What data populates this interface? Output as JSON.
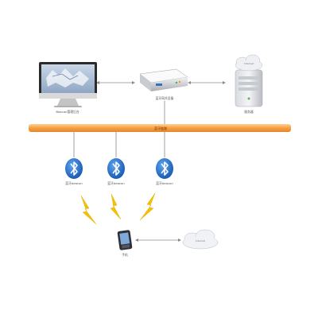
{
  "nodes": {
    "monitor": {
      "label": "Beacon管理后台"
    },
    "gateway": {
      "label": "蓝牙网关设备"
    },
    "server": {
      "label": "服务器",
      "cloud_text": "Internet"
    },
    "phone": {
      "label": "手机"
    },
    "internet_cloud": {
      "cloud_text": "Internet"
    }
  },
  "bus": {
    "label": "蓝牙链路"
  },
  "beacons": [
    {
      "label": "蓝牙beacon"
    },
    {
      "label": "蓝牙beacon"
    },
    {
      "label": "蓝牙beacon"
    }
  ],
  "colors": {
    "bus": "#f7a040",
    "bluetooth": "#1e6fd0",
    "lightning": "#f2c200",
    "connector": "#8a8a8a"
  },
  "icons": {
    "monitor": "imac-monitor-icon",
    "gateway": "router-gateway-icon",
    "server": "server-tower-icon",
    "bluetooth": "bluetooth-icon",
    "lightning": "lightning-bolt-icon",
    "phone": "smartphone-icon",
    "cloud": "cloud-icon"
  }
}
